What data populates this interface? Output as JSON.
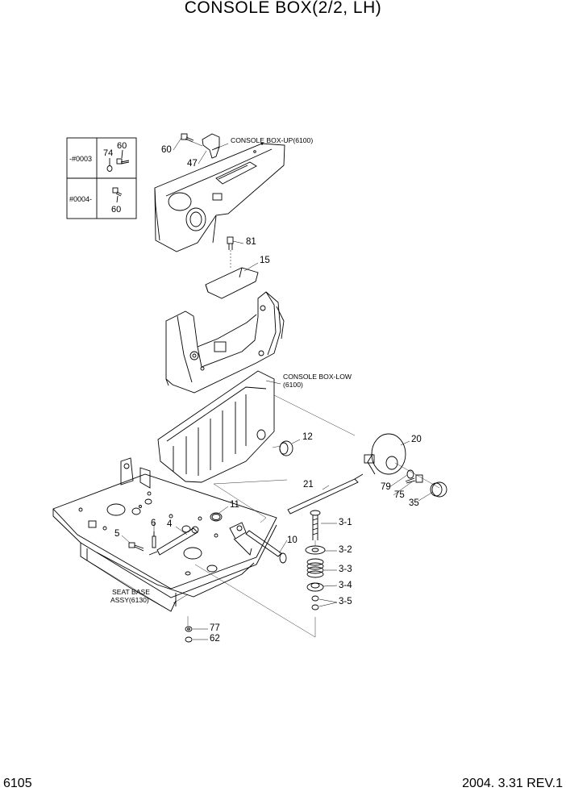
{
  "title": "CONSOLE BOX(2/2, LH)",
  "page_number": "6105",
  "revision": "2004. 3.31  REV.1",
  "serial_table": {
    "row1": {
      "serial": "-#0003",
      "parts": [
        "74",
        "60"
      ]
    },
    "row2": {
      "serial": "#0004-",
      "parts": [
        "60"
      ]
    }
  },
  "assembly_notes": {
    "console_box_up": "CONSOLE BOX-UP(6100)",
    "console_box_low_line1": "CONSOLE BOX-LOW",
    "console_box_low_line2": "(6100)",
    "seat_base_line1": "SEAT BASE",
    "seat_base_line2": "ASSY(6130)"
  },
  "callouts": {
    "p60": "60",
    "p47": "47",
    "p81": "81",
    "p15": "15",
    "p12": "12",
    "p20": "20",
    "p21": "21",
    "p79": "79",
    "p75": "75",
    "p35": "35",
    "p11": "11",
    "p4": "4",
    "p6": "6",
    "p5": "5",
    "p10": "10",
    "p3_1": "3-1",
    "p3_2": "3-2",
    "p3_3": "3-3",
    "p3_4": "3-4",
    "p3_5": "3-5",
    "p77": "77",
    "p62": "62"
  }
}
